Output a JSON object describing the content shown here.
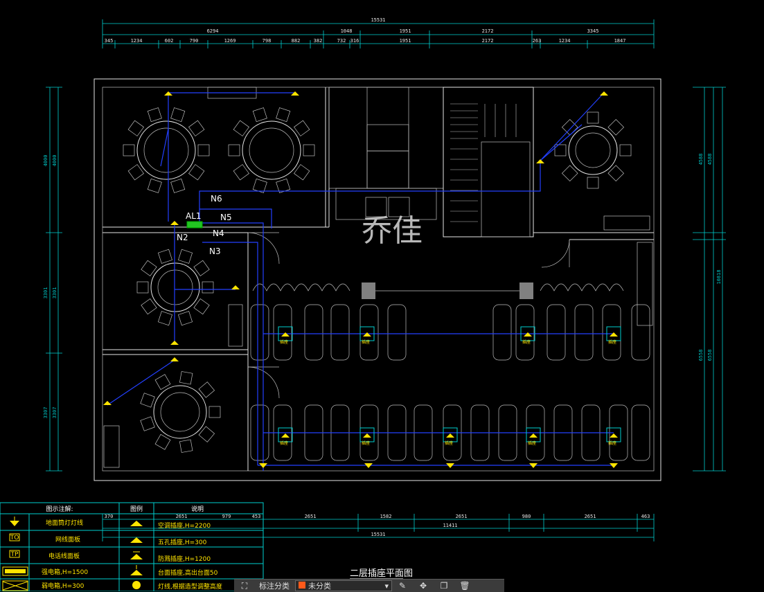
{
  "drawing": {
    "title": "二层插座平面图",
    "watermark": "乔佳",
    "circuit_labels": {
      "panel": "AL1",
      "n2": "N2",
      "n3": "N3",
      "n4": "N4",
      "n5": "N5",
      "n6": "N6"
    },
    "dim_top": {
      "overall": "15531",
      "row2": [
        "6294",
        "1048",
        "1951",
        "2172",
        "3345"
      ],
      "row3": [
        "345",
        "1234",
        "602",
        "790",
        "1269",
        "798",
        "882",
        "382",
        "732",
        "316",
        "1951",
        "2172",
        "263",
        "1234",
        "1847"
      ]
    },
    "dim_bottom": {
      "overall": "15531",
      "row2": "11411",
      "row3": [
        "370",
        "2651",
        "979",
        "453",
        "2651",
        "1582",
        "2651",
        "980",
        "2651",
        "463"
      ]
    },
    "dim_left": [
      "4000",
      "4000",
      "3301",
      "3301",
      "3307",
      "3307"
    ],
    "dim_right": [
      "4588",
      "4588",
      "10818",
      "6558",
      "6558"
    ],
    "socket_label": "插座"
  },
  "legend": {
    "header": {
      "col1": "图示注解:",
      "col2": "图例",
      "col3": "说明"
    },
    "rows": [
      {
        "left": "地面筒灯灯线",
        "right": "空调插座,H=2200"
      },
      {
        "left": "网线面板",
        "right": "五孔插座,H=300"
      },
      {
        "left": "电话线面板",
        "right": "防溅插座,H=1200"
      },
      {
        "left": "强电箱,H=1500",
        "right": "台面插座,高出台面50"
      },
      {
        "left": "弱电箱,H=300",
        "right": "灯线,根据造型调整高度"
      }
    ],
    "tags": {
      "tv": "TO",
      "tp": "TP"
    }
  },
  "toolbar": {
    "label": "标注分类",
    "select_value": "未分类",
    "icons": [
      "layers-icon",
      "edit-icon",
      "move-icon",
      "copy-icon",
      "delete-icon"
    ]
  },
  "colors": {
    "lamp": "#ffe400",
    "wire": "#2340ff",
    "dim": "#00d0d0",
    "panel": "#22c422"
  }
}
